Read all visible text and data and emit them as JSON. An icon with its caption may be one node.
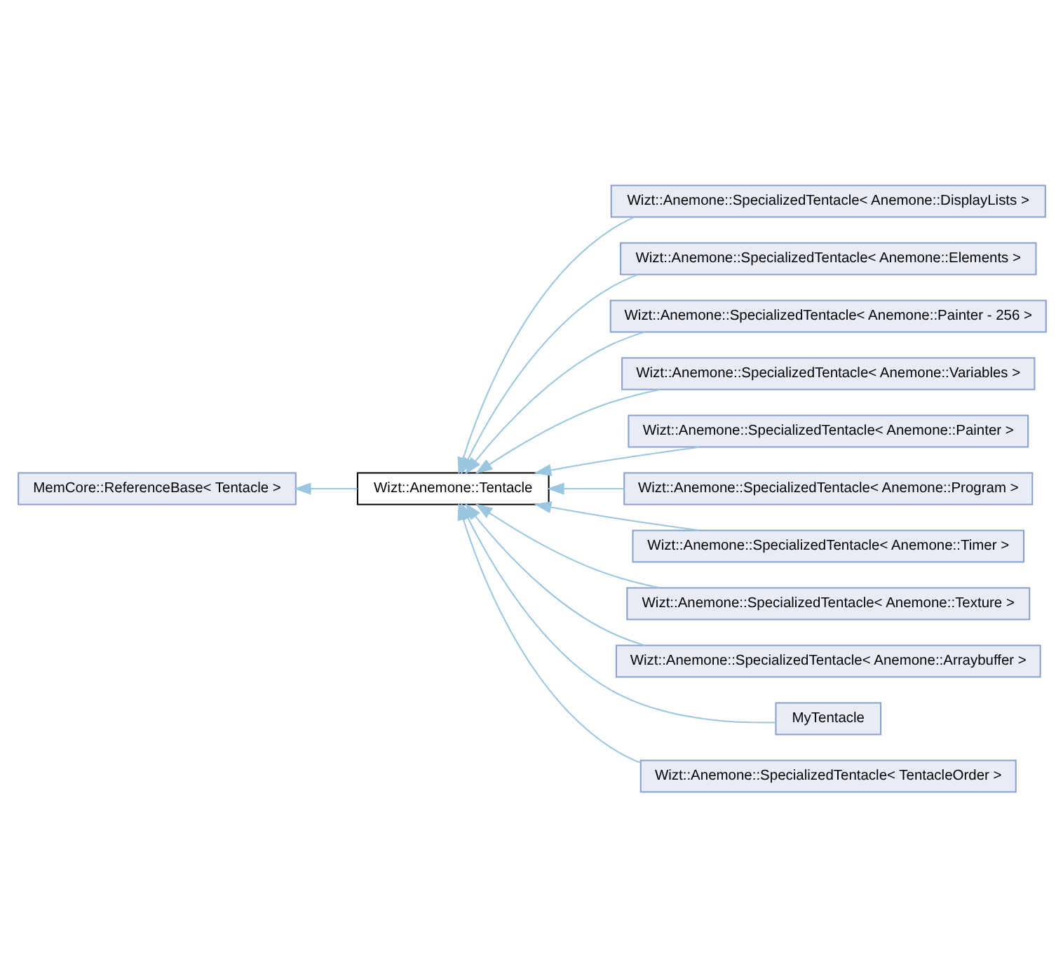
{
  "diagram": {
    "nodes": [
      {
        "text": [
          "MemCore::ReferenceBase< Tentacle >"
        ]
      },
      {
        "text": [
          "Wizt::Anemone::Tentacle"
        ]
      },
      {
        "text": [
          "Wizt::Anemone::SpecializedTentacle< Anemone::DisplayLists >"
        ]
      },
      {
        "text": [
          "Wizt::Anemone::SpecializedTentacle< Anemone::Elements >"
        ]
      },
      {
        "text": [
          "Wizt::Anemone::SpecializedTentacle< Anemone::Painter - 256 >"
        ]
      },
      {
        "text": [
          "Wizt::Anemone::SpecializedTentacle< Anemone::Variables >"
        ]
      },
      {
        "text": [
          "Wizt::Anemone::SpecializedTentacle< Anemone::Painter >"
        ]
      },
      {
        "text": [
          "Wizt::Anemone::SpecializedTentacle< Anemone::Program >"
        ]
      },
      {
        "text": [
          "Wizt::Anemone::SpecializedTentacle< Anemone::Timer >"
        ]
      },
      {
        "text": [
          "Wizt::Anemone::SpecializedTentacle< Anemone::Texture >"
        ]
      },
      {
        "text": [
          "Wizt::Anemone::SpecializedTentacle< Anemone::Arraybuffer >"
        ]
      },
      {
        "text": [
          "MyTentacle"
        ]
      },
      {
        "text": [
          "Wizt::Anemone::SpecializedTentacle< TentacleOrder >"
        ]
      }
    ],
    "edges": [
      {
        "from": 1,
        "to": 0,
        "arrow": "to"
      },
      {
        "from": 2,
        "to": 1,
        "arrow": "to"
      },
      {
        "from": 3,
        "to": 1,
        "arrow": "to"
      },
      {
        "from": 4,
        "to": 1,
        "arrow": "to"
      },
      {
        "from": 5,
        "to": 1,
        "arrow": "to"
      },
      {
        "from": 6,
        "to": 1,
        "arrow": "to"
      },
      {
        "from": 7,
        "to": 1,
        "arrow": "to"
      },
      {
        "from": 8,
        "to": 1,
        "arrow": "to"
      },
      {
        "from": 9,
        "to": 1,
        "arrow": "to"
      },
      {
        "from": 10,
        "to": 1,
        "arrow": "to"
      },
      {
        "from": 11,
        "to": 1,
        "arrow": "to"
      },
      {
        "from": 12,
        "to": 1,
        "arrow": "to"
      }
    ]
  }
}
